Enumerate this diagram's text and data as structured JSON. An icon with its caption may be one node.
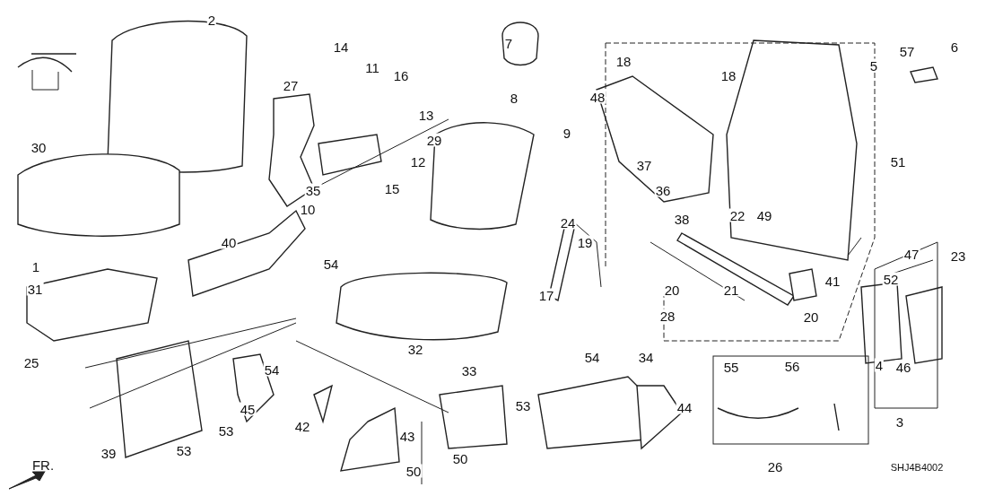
{
  "diagram": {
    "labels": [
      "1",
      "2",
      "7",
      "14",
      "11",
      "16",
      "57",
      "6",
      "5",
      "18",
      "18",
      "27",
      "48",
      "8",
      "13",
      "9",
      "29",
      "30",
      "12",
      "51",
      "37",
      "36",
      "35",
      "15",
      "10",
      "24",
      "38",
      "22",
      "49",
      "19",
      "23",
      "47",
      "40",
      "54",
      "31",
      "52",
      "41",
      "20",
      "17",
      "21",
      "20",
      "28",
      "32",
      "34",
      "54",
      "25",
      "54",
      "33",
      "4",
      "46",
      "55",
      "56",
      "44",
      "53",
      "42",
      "45",
      "39",
      "53",
      "43",
      "3",
      "53",
      "50",
      "50",
      "26",
      "SHJ4B4002",
      "FR."
    ]
  }
}
